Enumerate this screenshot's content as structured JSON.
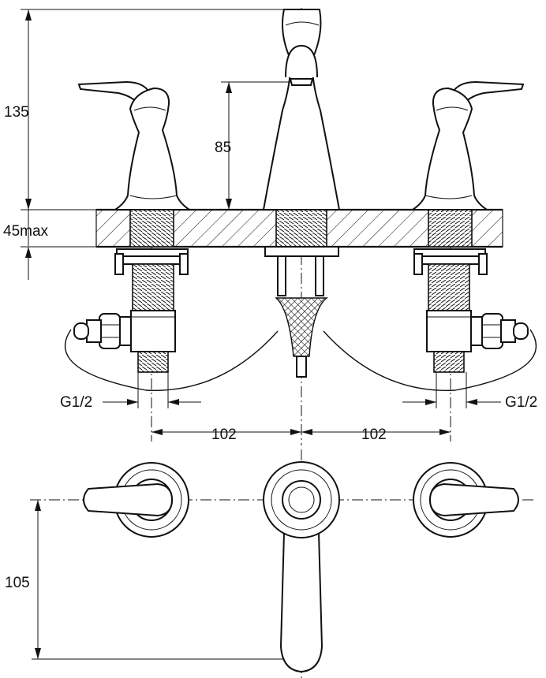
{
  "dimensions": {
    "height_total": "135",
    "spout_height": "85",
    "deck_thickness": "45max",
    "thread_left": "G1/2",
    "thread_right": "G1/2",
    "spacing_left": "102",
    "spacing_right": "102",
    "depth": "105"
  }
}
